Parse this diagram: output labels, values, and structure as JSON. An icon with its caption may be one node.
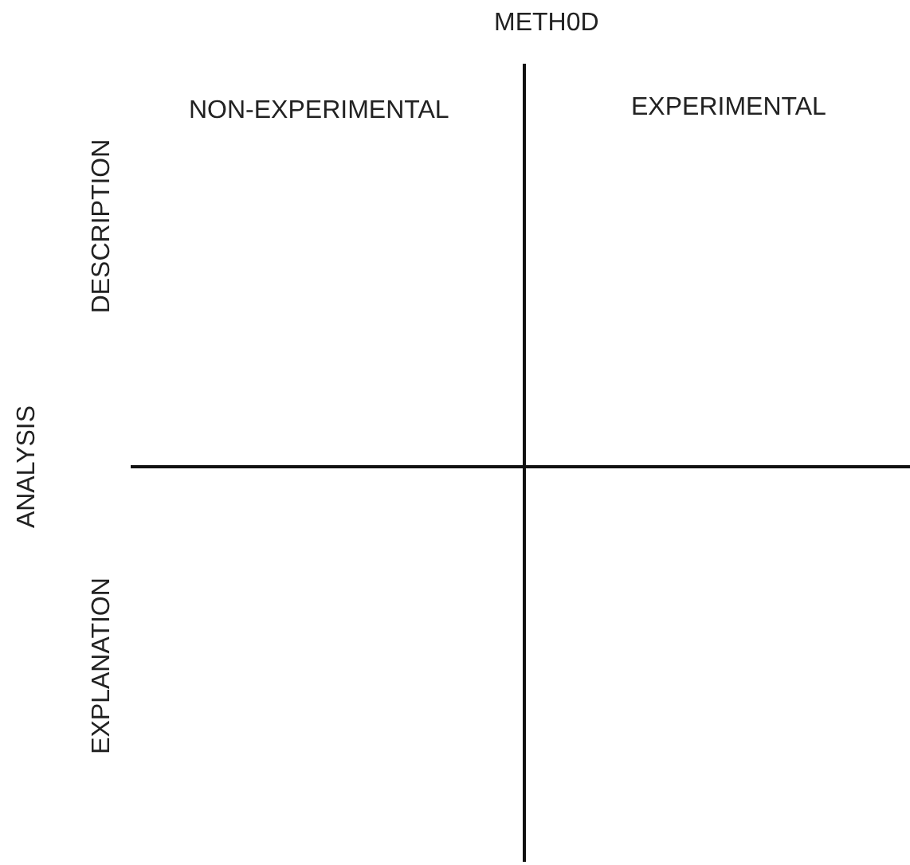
{
  "diagram": {
    "labels": [
      "METH0D",
      "NON-EXPERIMENTAL",
      "EXPERIMENTAL",
      "DESCRIPTION",
      "ANALYSIS",
      "EXPLANATION"
    ]
  }
}
